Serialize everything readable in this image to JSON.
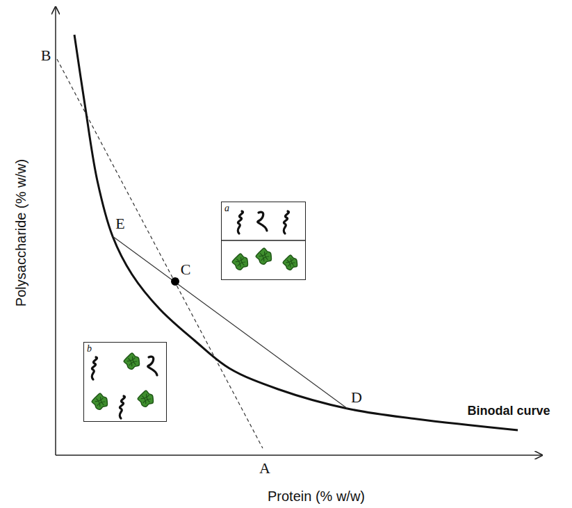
{
  "diagram": {
    "nodes": [
      {
        "text": [
          "a"
        ]
      },
      {
        "text": [
          "b"
        ]
      }
    ],
    "labels": [
      "B",
      "E",
      "C",
      "D",
      "A",
      "Binodal curve",
      "Polysaccharide (% w/w)",
      "Protein (% w/w)"
    ]
  }
}
